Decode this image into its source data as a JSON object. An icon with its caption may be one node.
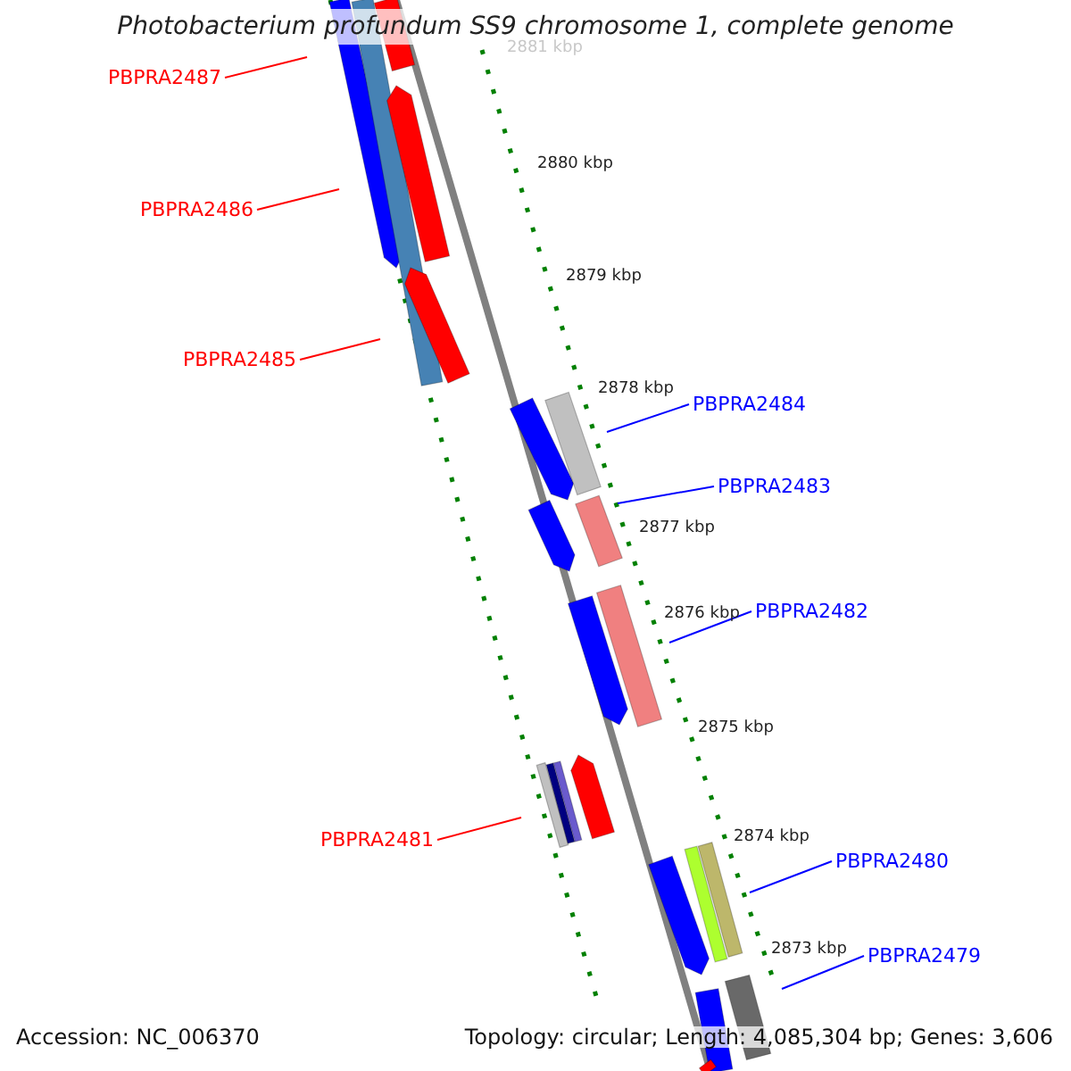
{
  "diagram": {
    "title": "Photobacterium profundum SS9 chromosome 1, complete genome",
    "nodes": [
      {
        "text": [
          "PBPRA2487"
        ]
      },
      {
        "text": [
          "PBPRA2486"
        ]
      },
      {
        "text": [
          "PBPRA2485"
        ]
      },
      {
        "text": [
          "PBPRA2484"
        ]
      },
      {
        "text": [
          "PBPRA2483"
        ]
      },
      {
        "text": [
          "PBPRA2482"
        ]
      },
      {
        "text": [
          "PBPRA2481"
        ]
      },
      {
        "text": [
          "PBPRA2480"
        ]
      },
      {
        "text": [
          "PBPRA2479"
        ]
      }
    ],
    "edges": [
      {
        "from": 0,
        "to": null,
        "arrow": "none",
        "color": "#ff0000"
      },
      {
        "from": 1,
        "to": null,
        "arrow": "none",
        "color": "#ff0000"
      },
      {
        "from": 2,
        "to": null,
        "arrow": "none",
        "color": "#ff0000"
      },
      {
        "from": 3,
        "to": null,
        "arrow": "none"
      },
      {
        "from": 4,
        "to": null,
        "arrow": "none"
      },
      {
        "from": 5,
        "to": null,
        "arrow": "none"
      },
      {
        "from": 6,
        "to": null,
        "arrow": "none",
        "color": "#ff0000"
      },
      {
        "from": 7,
        "to": null,
        "arrow": "none"
      },
      {
        "from": 8,
        "to": null,
        "arrow": "none"
      }
    ],
    "labels": [
      "2881 kbp",
      "2880 kbp",
      "2879 kbp",
      "2878 kbp",
      "2877 kbp",
      "2876 kbp",
      "2875 kbp",
      "2874 kbp",
      "2873 kbp",
      "Accession: NC_006370",
      "Topology: circular; Length: 4,085,304 bp; Genes: 3,606"
    ]
  }
}
